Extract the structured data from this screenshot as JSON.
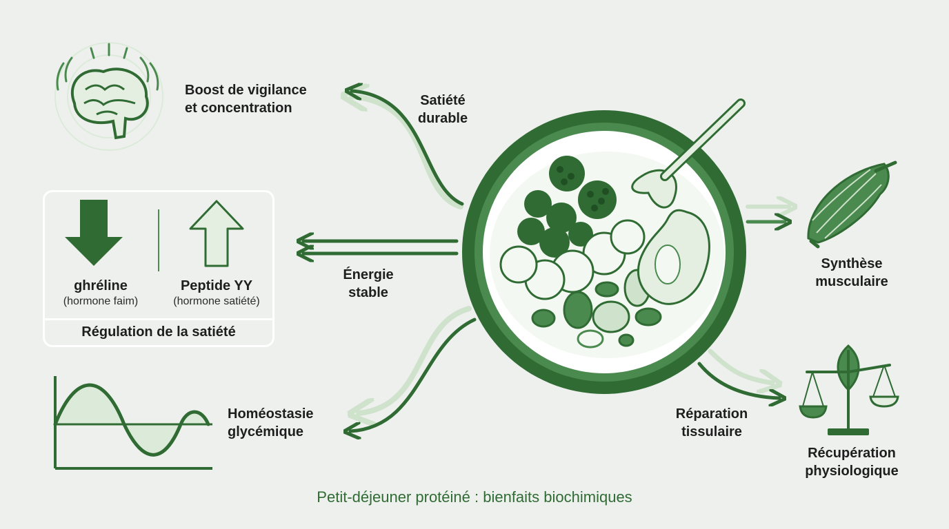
{
  "colors": {
    "background": "#eef0ee",
    "primary_green": "#2f6b33",
    "medium_green": "#4a8a4e",
    "light_green": "#cfe3cc",
    "pale_green": "#e4efe2",
    "text": "#1e1e1e"
  },
  "icons": {
    "brain": "brain-icon",
    "muscle": "muscle-icon",
    "balance": "balance-leaf-icon",
    "arrow_down": "arrow-down-icon",
    "arrow_up": "arrow-up-icon",
    "wave": "glycemic-wave-icon",
    "bowl": "protein-bowl-illustration"
  },
  "labels": {
    "vigilance": {
      "line1": "Boost de vigilance",
      "line2": "et concentration"
    },
    "satiete": {
      "line1": "Satiété",
      "line2": "durable"
    },
    "energie": {
      "line1": "Énergie",
      "line2": "stable"
    },
    "homeostasie": {
      "line1": "Homéostasie",
      "line2": "glycémique"
    },
    "synthese": {
      "line1": "Synthèse",
      "line2": "musculaire"
    },
    "reparation": {
      "line1": "Réparation",
      "line2": "tissulaire"
    },
    "recuperation": {
      "line1": "Récupération",
      "line2": "physiologique"
    }
  },
  "regulation_panel": {
    "left": {
      "name": "ghréline",
      "sub": "(hormone faim)"
    },
    "right": {
      "name": "Peptide YY",
      "sub": "(hormone satiété)"
    },
    "footer": "Régulation de la satiété"
  },
  "caption": "Petit-déjeuner protéiné : bienfaits biochimiques"
}
